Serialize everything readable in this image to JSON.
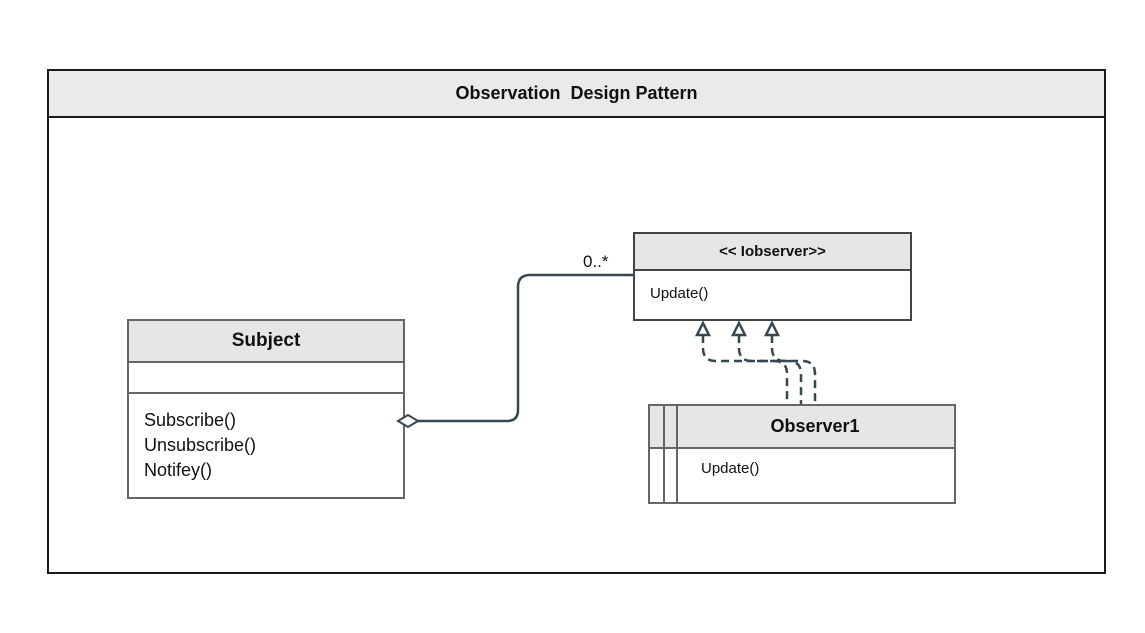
{
  "diagram": {
    "title": "Observation  Design Pattern",
    "subject": {
      "name": "Subject",
      "operations": [
        "Subscribe()",
        "Unsubscribe()",
        "Notifey()"
      ]
    },
    "interface": {
      "name": "<< Iobserver>>",
      "operations": [
        "Update()"
      ]
    },
    "observer": {
      "name": "Observer1",
      "operations": [
        "Update()"
      ]
    },
    "association": {
      "multiplicity": "0..*",
      "type": "aggregation"
    },
    "realization": {
      "type": "dashed-realization",
      "count": 3
    },
    "colors": {
      "connector": "#37474f",
      "box_border": "#666666",
      "header_fill": "#e6e6e6",
      "frame_border": "#1a1a1a"
    }
  }
}
